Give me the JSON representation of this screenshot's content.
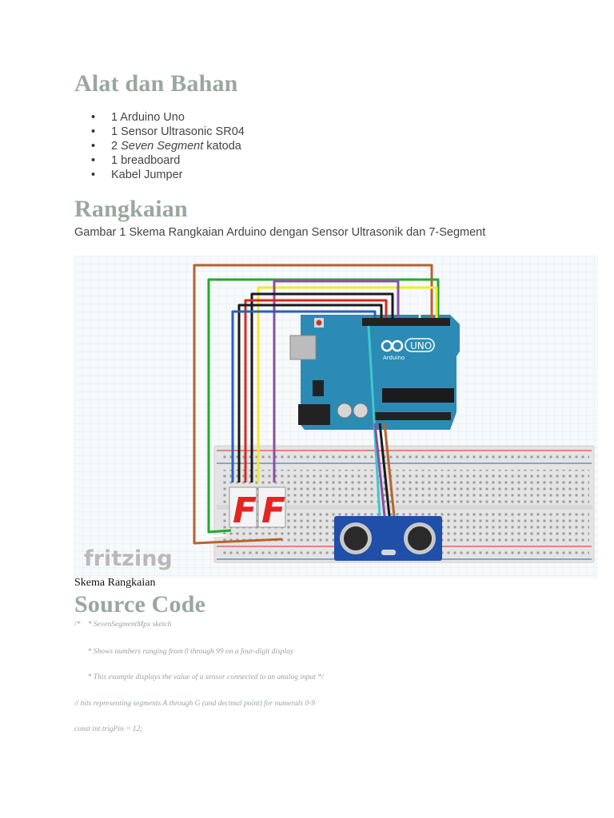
{
  "sections": {
    "tools_heading": "Alat dan Bahan",
    "circuit_heading": "Rangkaian",
    "source_heading": "Source Code"
  },
  "materials": [
    {
      "prefix": "1 ",
      "em": "",
      "suffix": "Arduino Uno"
    },
    {
      "prefix": "1 ",
      "em": "",
      "suffix": "Sensor Ultrasonic SR04"
    },
    {
      "prefix": "2 ",
      "em": "Seven Segment",
      "suffix": " katoda"
    },
    {
      "prefix": "1 ",
      "em": "",
      "suffix": "breadboard"
    },
    {
      "prefix": "",
      "em": "",
      "suffix": "Kabel Jumper"
    }
  ],
  "circuit_caption": "Gambar 1 Skema Rangkaian Arduino dengan Sensor Ultrasonik dan 7-Segment",
  "figure": {
    "logo_text": "fritzing",
    "board_label": "UNO",
    "arduino_text": "Arduino",
    "segment_digits": [
      "F",
      "F"
    ],
    "colors": {
      "board": "#2b8bb5",
      "breadboard": "#e4e4e4",
      "segment_on": "#e52424",
      "sensor": "#1f4fa8",
      "wire_brown": "#b8632d",
      "wire_green": "#23a92e",
      "wire_yellow": "#f2ea2a",
      "wire_purple": "#8a4fa5",
      "wire_black": "#1a1a1a",
      "wire_red": "#d42a1e",
      "wire_blue": "#2a5fb8",
      "wire_cyan": "#3fc7c9"
    }
  },
  "figure_caption": "Skema Rangkaian",
  "code_lines": [
    "/*    * SevenSegmentMpx sketch",
    "       * Shows numbers ranging from 0 through 99 on a four-digit display",
    "       * This example displays the value of a sensor connected to an analog input */",
    "// bits representing segments A through G (and decimal point) for numerals 0-9",
    "const int trigPin = 12;"
  ]
}
